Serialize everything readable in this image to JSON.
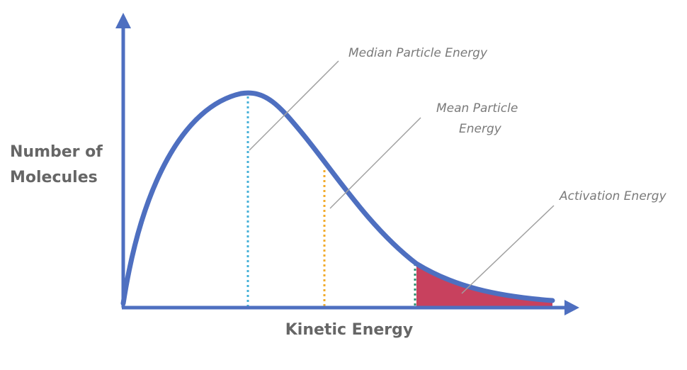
{
  "diagram": {
    "title": "",
    "y_axis_label_lines": [
      "Number of",
      "Molecules"
    ],
    "x_axis_label": "Kinetic Energy",
    "annotations": {
      "median": "Median Particle Energy",
      "mean_lines": [
        "Mean Particle",
        "Energy"
      ],
      "activation": "Activation Energy"
    },
    "colors": {
      "curve": "#4e6fc0",
      "axes": "#4e6fc0",
      "median_line": "#45b1d8",
      "mean_line": "#f2ab2b",
      "activation_line": "#2e8f6f",
      "activation_fill": "#c8415e",
      "leader_lines": "#a0a0a0",
      "annotation_text": "#7a7a7a",
      "axis_label_text": "#666666"
    }
  }
}
